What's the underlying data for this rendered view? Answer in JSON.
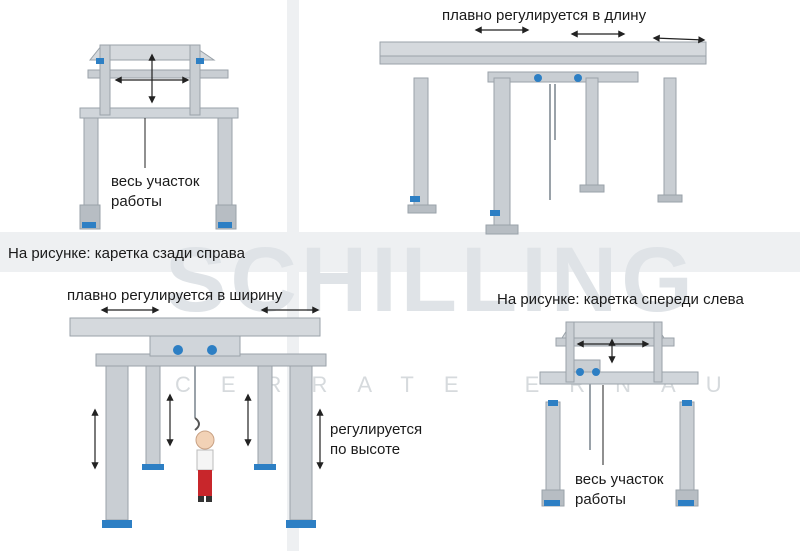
{
  "captions": {
    "tr_top": "плавно регулируется в длину",
    "tl_side_l1": "весь участок",
    "tl_side_l2": "работы",
    "left_caption": "На рисунке: каретка сзади справа",
    "bl_top": "плавно регулируется в ширину",
    "bl_side_l1": "регулируется",
    "bl_side_l2": "по высоте",
    "right_caption": "На рисунке: каретка спереди слева",
    "br_side_l1": "весь участок",
    "br_side_l2": "работы"
  },
  "watermark": {
    "brand": "SCHILLING",
    "sub": "CERRATE ERNAU"
  },
  "colors": {
    "steel": "#c9ced3",
    "steel_dark": "#9aa2a9",
    "accent_blue": "#2d7fc4",
    "arrow": "#222222",
    "watermark": "#dfe3e7"
  }
}
